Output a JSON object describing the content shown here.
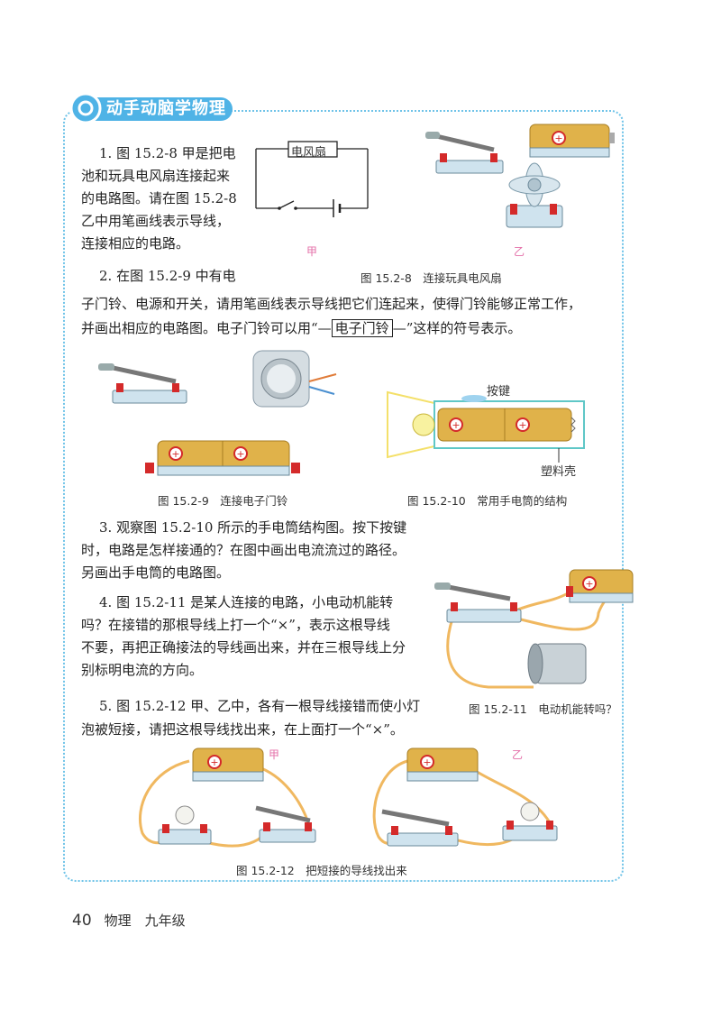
{
  "header": {
    "title": "动手动脑学物理"
  },
  "q1": {
    "lines": [
      "1. 图 15.2-8 甲是把电",
      "池和玩具电风扇连接起来",
      "的电路图。请在图 15.2-8",
      "乙中用笔画线表示导线，",
      "连接相应的电路。"
    ],
    "circuit_label": "电风扇",
    "label_jia": "甲",
    "label_yi": "乙",
    "caption": "图 15.2-8　连接玩具电风扇"
  },
  "q2": {
    "line1": "2. 在图 15.2-9 中有电",
    "line2": "子门铃、电源和开关，请用笔画线表示导线把它们连起来，使得门铃能够正常工作，",
    "line3_before": "并画出相应的电路图。电子门铃可以用“—",
    "line3_symbol": "电子门铃",
    "line3_after": "—”这样的符号表示。",
    "caption_9": "图 15.2-9　连接电子门铃",
    "caption_10": "图 15.2-10　常用手电筒的结构",
    "label_button": "按键",
    "label_shell": "塑料壳"
  },
  "q3": {
    "lines": [
      "3. 观察图 15.2-10 所示的手电筒结构图。按下按键",
      "时，电路是怎样接通的？在图中画出电流流过的路径。",
      "另画出手电筒的电路图。"
    ]
  },
  "q4": {
    "lines": [
      "4. 图 15.2-11 是某人连接的电路，小电动机能转",
      "吗？在接错的那根导线上打一个“×”，表示这根导线",
      "不要，再把正确接法的导线画出来，并在三根导线上分",
      "别标明电流的方向。"
    ],
    "caption": "图 15.2-11　电动机能转吗？"
  },
  "q5": {
    "lines": [
      "5. 图 15.2-12 甲、乙中，各有一根导线接错而使小灯",
      "泡被短接，请把这根导线找出来，在上面打一个“×”。"
    ],
    "label_jia": "甲",
    "label_yi": "乙",
    "caption": "图 15.2-12　把短接的导线找出来"
  },
  "footer": {
    "page_number": "40",
    "book": "物理　九年级"
  },
  "colors": {
    "accent": "#4fb3e6",
    "battery": "#e0b24a",
    "wire": "#f0b860",
    "terminal": "#d42a2a",
    "base": "#cfe3ee"
  }
}
